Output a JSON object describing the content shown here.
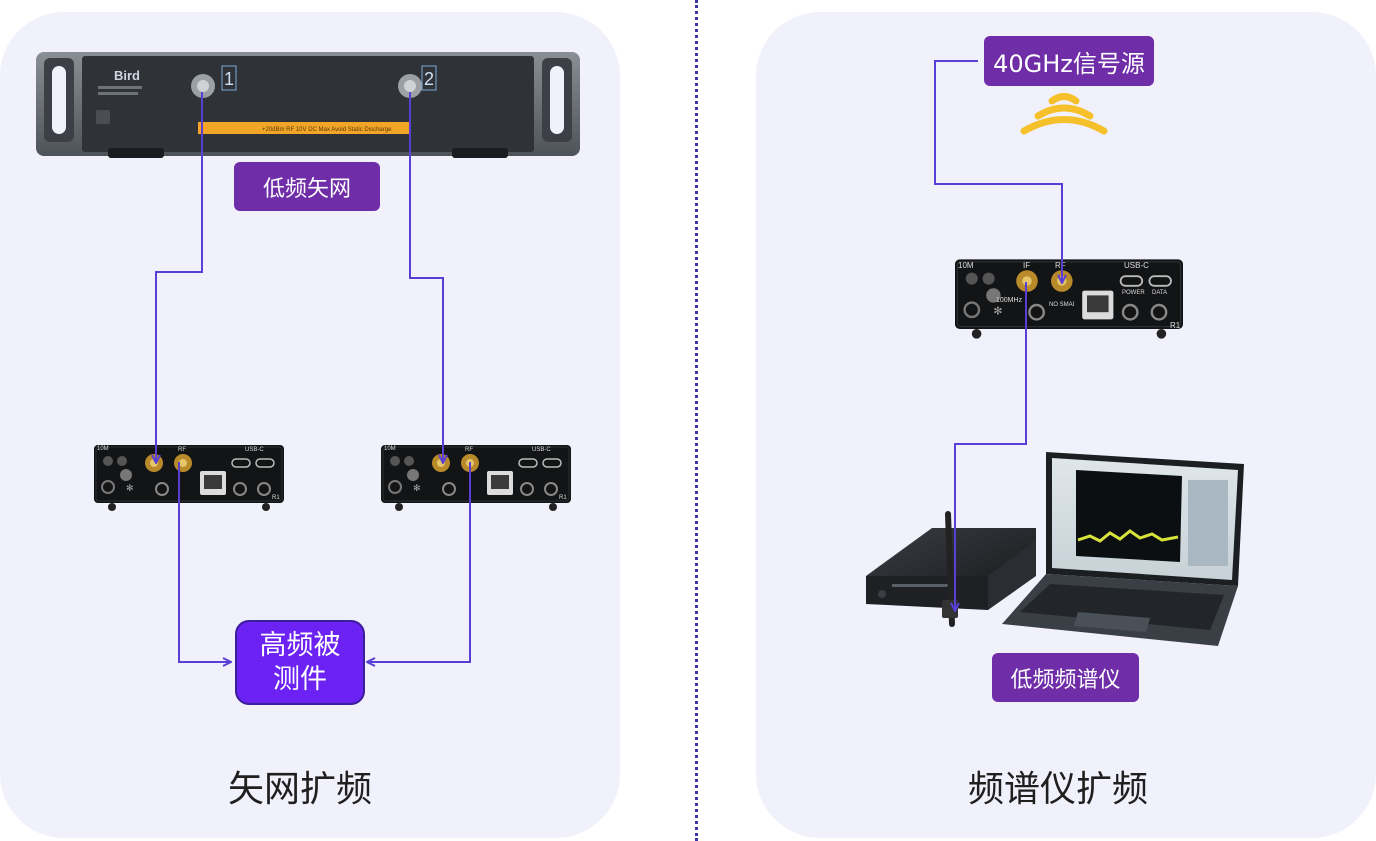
{
  "vna_section": {
    "caption": "矢网扩频",
    "instrument_tag": "低频矢网",
    "dut_label_line1": "高频被",
    "dut_label_line2": "测件",
    "vna": {
      "brand": "Bird",
      "port_1": "1",
      "port_2": "2",
      "warning_strip": "+20dBm RF 10V DC Max Avoid Static Discharge"
    }
  },
  "sa_section": {
    "caption": "频谱仪扩频",
    "source_tag": "40GHz信号源",
    "instrument_tag": "低频频谱仪"
  },
  "extender_module": {
    "label_10m": "10M",
    "label_if": "IF",
    "label_rf": "RF",
    "label_usb": "USB-C",
    "label_power": "POWER",
    "label_data": "DATA",
    "label_100m": "100MHz",
    "label_nosmai": "NO SMAI",
    "label_model": "R1"
  },
  "colors": {
    "panel_bg": "#f1f1fb",
    "tag_bg": "#6f2da8",
    "dut_bg": "#6c22f2",
    "wire": "#5a3fd6",
    "divider": "#3d34a6",
    "signal_waves": "#f6c02a"
  }
}
